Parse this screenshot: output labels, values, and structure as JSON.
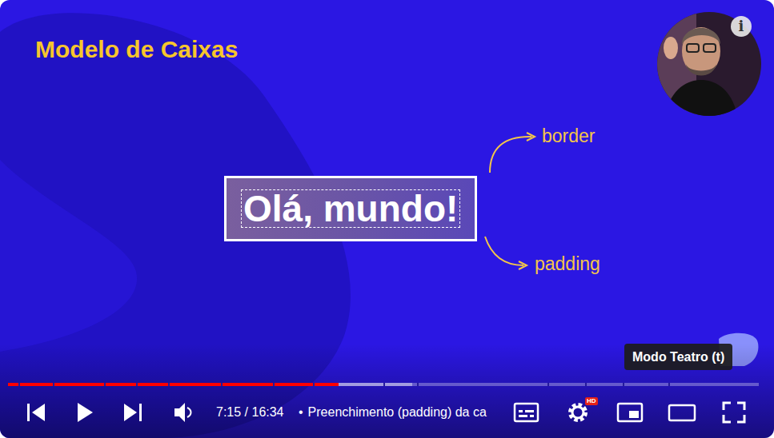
{
  "diagram": {
    "title": "Modelo de Caixas",
    "nodes": [
      {
        "text": [
          "Olá, mundo!"
        ]
      },
      {
        "text": [
          "i"
        ]
      },
      {
        "text": [
          "Modo Teatro (t)"
        ]
      },
      {
        "text": [
          "HD"
        ]
      }
    ],
    "labels": [
      "border",
      "padding",
      "7:15 / 16:34",
      "•",
      "Preenchimento (padding) da ca"
    ]
  }
}
